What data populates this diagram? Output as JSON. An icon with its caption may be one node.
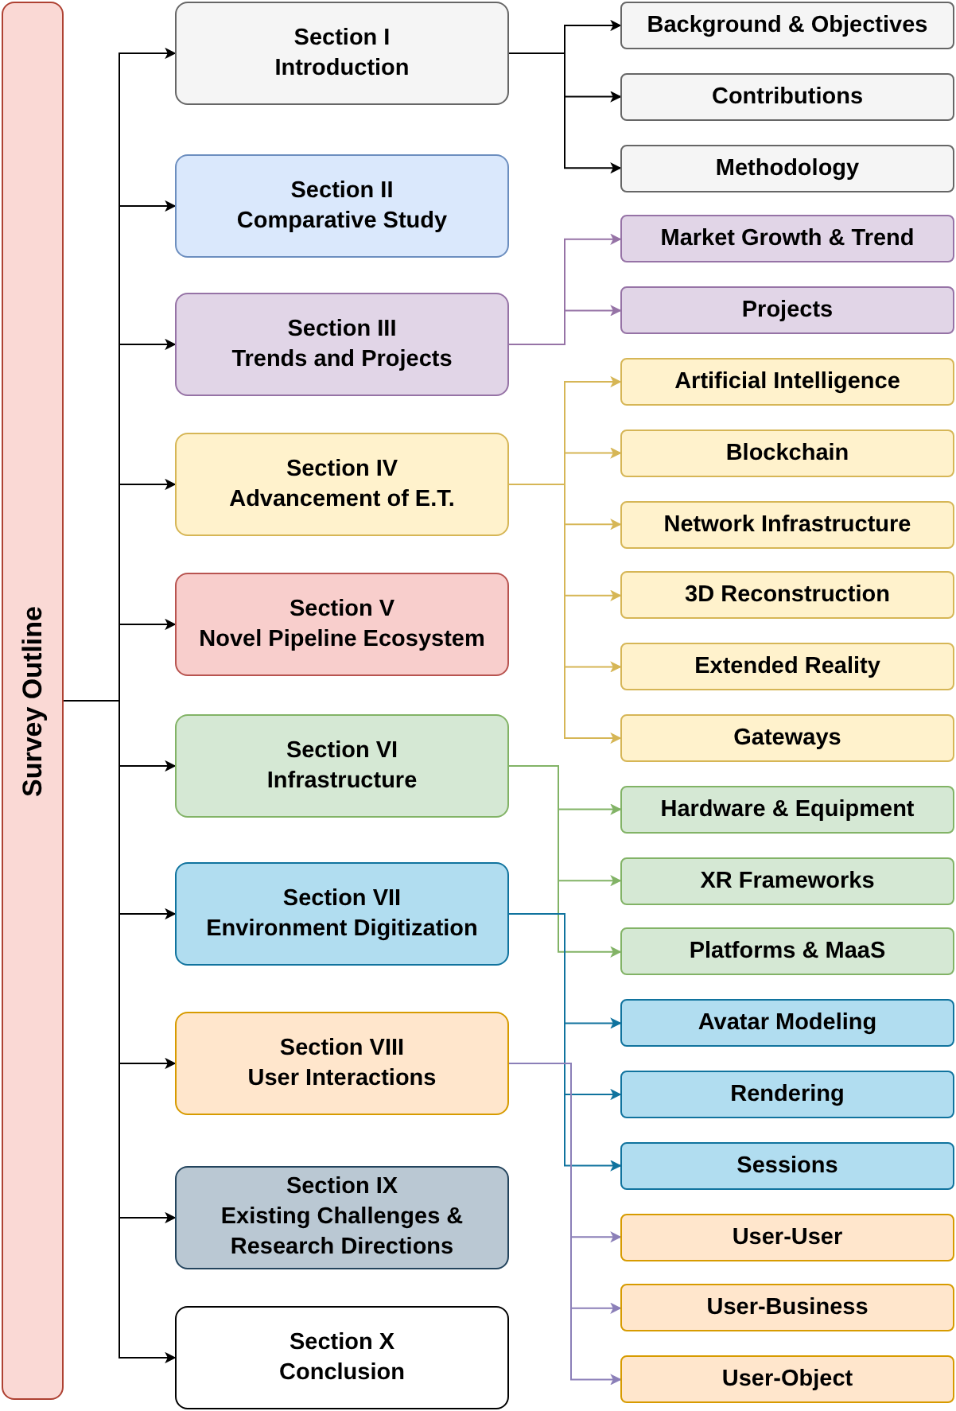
{
  "diagram": {
    "nodes": [
      {
        "text": [
          "Survey Outline"
        ]
      },
      {
        "text": [
          "Section I",
          "Introduction"
        ]
      },
      {
        "text": [
          "Section II",
          "Comparative Study"
        ]
      },
      {
        "text": [
          "Section III",
          "Trends and Projects"
        ]
      },
      {
        "text": [
          "Section IV",
          "Advancement of E.T."
        ]
      },
      {
        "text": [
          "Section V",
          "Novel Pipeline Ecosystem"
        ]
      },
      {
        "text": [
          "Section VI",
          "Infrastructure"
        ]
      },
      {
        "text": [
          "Section VII",
          "Environment Digitization"
        ]
      },
      {
        "text": [
          "Section VIII",
          "User Interactions"
        ]
      },
      {
        "text": [
          "Section IX",
          "Existing Challenges & Research Directions"
        ]
      },
      {
        "text": [
          "Section X",
          "Conclusion"
        ]
      },
      {
        "text": [
          "Background & Objectives"
        ]
      },
      {
        "text": [
          "Contributions"
        ]
      },
      {
        "text": [
          "Methodology"
        ]
      },
      {
        "text": [
          "Market Growth & Trend"
        ]
      },
      {
        "text": [
          "Projects"
        ]
      },
      {
        "text": [
          "Artificial Intelligence"
        ]
      },
      {
        "text": [
          "Blockchain"
        ]
      },
      {
        "text": [
          "Network Infrastructure"
        ]
      },
      {
        "text": [
          "3D Reconstruction"
        ]
      },
      {
        "text": [
          "Extended Reality"
        ]
      },
      {
        "text": [
          "Gateways"
        ]
      },
      {
        "text": [
          "Hardware & Equipment"
        ]
      },
      {
        "text": [
          "XR Frameworks"
        ]
      },
      {
        "text": [
          "Platforms & MaaS"
        ]
      },
      {
        "text": [
          "Avatar Modeling"
        ]
      },
      {
        "text": [
          "Rendering"
        ]
      },
      {
        "text": [
          "Sessions"
        ]
      },
      {
        "text": [
          "User-User"
        ]
      },
      {
        "text": [
          "User-Business"
        ]
      },
      {
        "text": [
          "User-Object"
        ]
      }
    ],
    "edges": [
      {
        "from": 0,
        "to": 1,
        "arrow": "to"
      },
      {
        "from": 0,
        "to": 2,
        "arrow": "to"
      },
      {
        "from": 0,
        "to": 3,
        "arrow": "to"
      },
      {
        "from": 0,
        "to": 4,
        "arrow": "to"
      },
      {
        "from": 0,
        "to": 5,
        "arrow": "to"
      },
      {
        "from": 0,
        "to": 6,
        "arrow": "to"
      },
      {
        "from": 0,
        "to": 7,
        "arrow": "to"
      },
      {
        "from": 0,
        "to": 8,
        "arrow": "to"
      },
      {
        "from": 0,
        "to": 9,
        "arrow": "to"
      },
      {
        "from": 0,
        "to": 10,
        "arrow": "to"
      },
      {
        "from": 1,
        "to": 11,
        "arrow": "to"
      },
      {
        "from": 1,
        "to": 12,
        "arrow": "to"
      },
      {
        "from": 1,
        "to": 13,
        "arrow": "to"
      },
      {
        "from": 3,
        "to": 14,
        "arrow": "to",
        "color": "#9673a6"
      },
      {
        "from": 3,
        "to": 15,
        "arrow": "to",
        "color": "#9673a6"
      },
      {
        "from": 4,
        "to": 16,
        "arrow": "to",
        "color": "#d6b656"
      },
      {
        "from": 4,
        "to": 17,
        "arrow": "to",
        "color": "#d6b656"
      },
      {
        "from": 4,
        "to": 18,
        "arrow": "to",
        "color": "#d6b656"
      },
      {
        "from": 4,
        "to": 19,
        "arrow": "to",
        "color": "#d6b656"
      },
      {
        "from": 4,
        "to": 20,
        "arrow": "to",
        "color": "#d6b656"
      },
      {
        "from": 4,
        "to": 21,
        "arrow": "to",
        "color": "#d6b656"
      },
      {
        "from": 6,
        "to": 22,
        "arrow": "to",
        "color": "#82b366"
      },
      {
        "from": 6,
        "to": 23,
        "arrow": "to",
        "color": "#82b366"
      },
      {
        "from": 6,
        "to": 24,
        "arrow": "to",
        "color": "#82b366"
      },
      {
        "from": 7,
        "to": 25,
        "arrow": "to",
        "color": "#10739e"
      },
      {
        "from": 7,
        "to": 26,
        "arrow": "to",
        "color": "#10739e"
      },
      {
        "from": 7,
        "to": 27,
        "arrow": "to",
        "color": "#10739e"
      },
      {
        "from": 8,
        "to": 28,
        "arrow": "to",
        "color": "#8b7fb8"
      },
      {
        "from": 8,
        "to": 29,
        "arrow": "to",
        "color": "#8b7fb8"
      },
      {
        "from": 8,
        "to": 30,
        "arrow": "to",
        "color": "#8b7fb8"
      }
    ]
  }
}
